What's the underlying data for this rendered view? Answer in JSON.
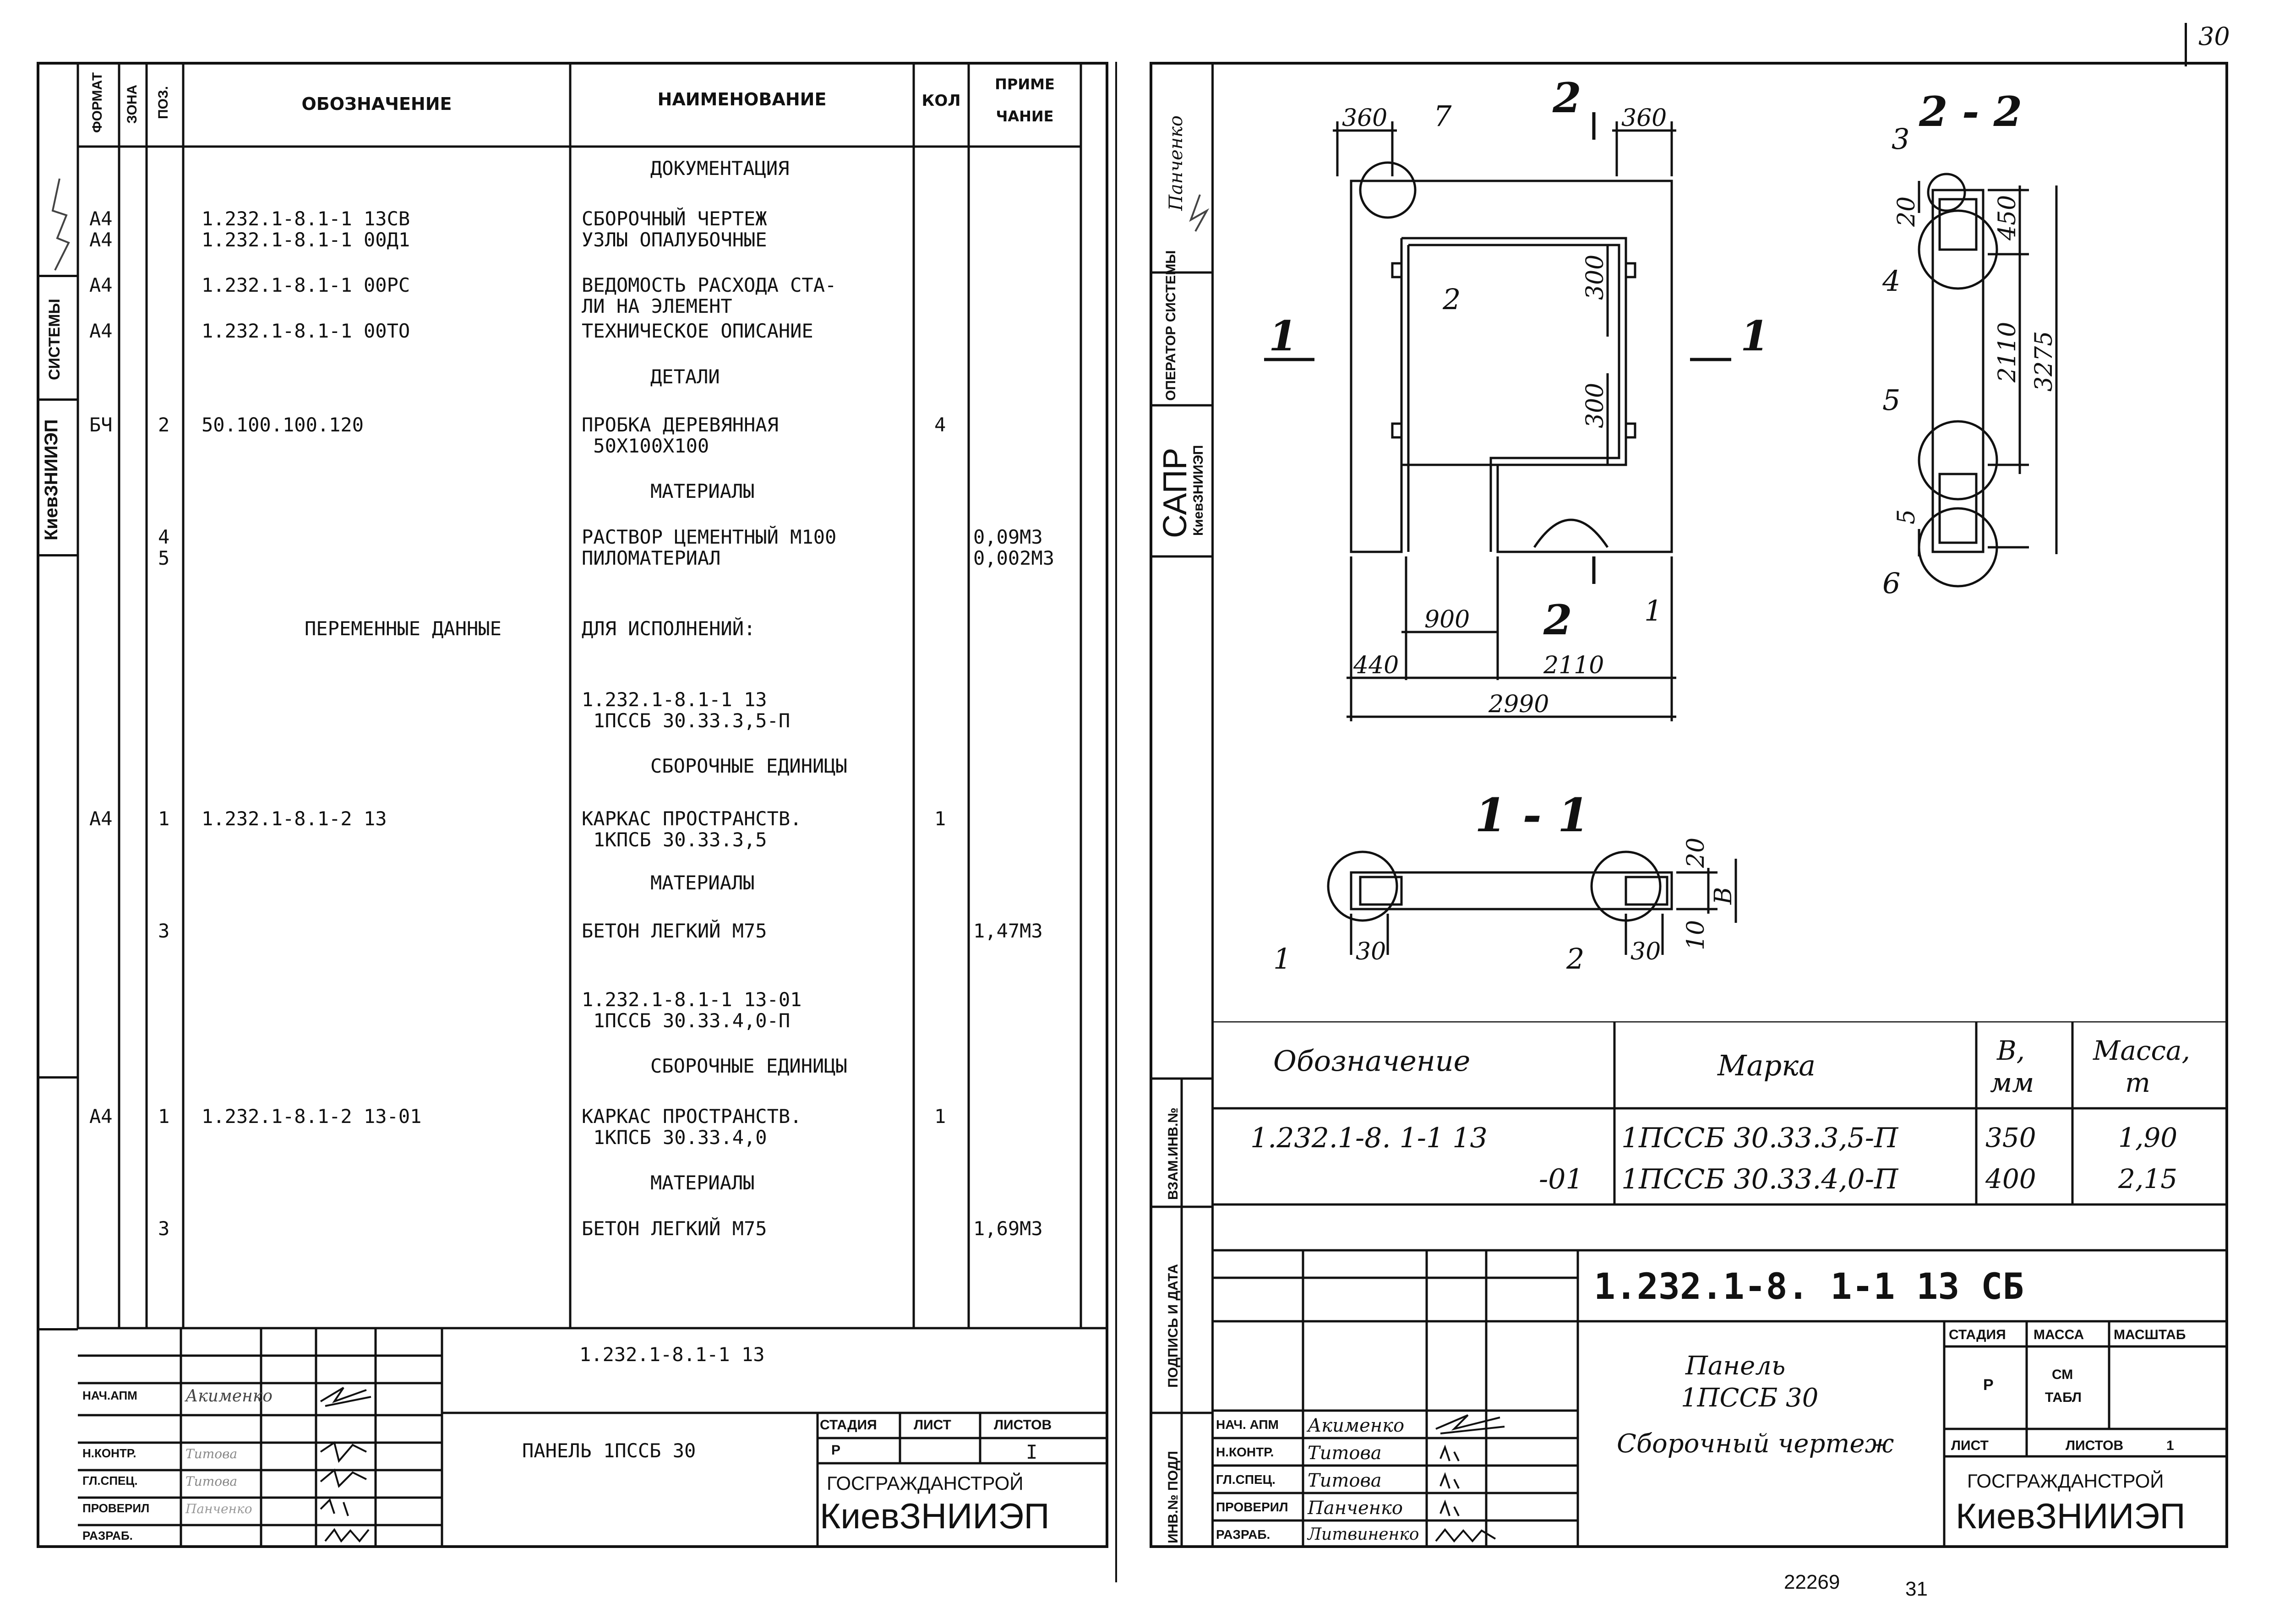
{
  "page_number_top": "30",
  "footer": {
    "inventory": "22269",
    "page": "31"
  },
  "left_sheet": {
    "headers": {
      "format": "ФОРМАТ",
      "zone": "ЗОНА",
      "pos": "ПОЗ.",
      "designation": "ОБОЗНАЧЕНИЕ",
      "name": "НАИМЕНОВАНИЕ",
      "qty": "КОЛ",
      "note_1": "ПРИМЕ",
      "note_2": "ЧАНИЕ"
    },
    "rows": [
      {
        "format": "",
        "pos": "",
        "designation": "",
        "name": "ДОКУМЕНТАЦИЯ",
        "qty": "",
        "note": ""
      },
      {
        "format": "А4\nА4",
        "pos": "",
        "designation": "1.232.1-8.1-1 13СВ\n1.232.1-8.1-1 00Д1",
        "name": "СБОРОЧНЫЙ ЧЕРТЕЖ\nУЗЛЫ ОПАЛУБОЧНЫЕ",
        "qty": "",
        "note": ""
      },
      {
        "format": "А4",
        "pos": "",
        "designation": "1.232.1-8.1-1 00РС",
        "name": "ВЕДОМОСТЬ РАСХОДА СТА-\nЛИ НА ЭЛЕМЕНТ",
        "qty": "",
        "note": ""
      },
      {
        "format": "А4",
        "pos": "",
        "designation": "1.232.1-8.1-1 00ТО",
        "name": "ТЕХНИЧЕСКОЕ ОПИСАНИЕ",
        "qty": "",
        "note": ""
      },
      {
        "format": "",
        "pos": "",
        "designation": "",
        "name": "ДЕТАЛИ",
        "qty": "",
        "note": ""
      },
      {
        "format": "БЧ",
        "pos": "2",
        "designation": "50.100.100.120",
        "name": "ПРОБКА ДЕРЕВЯННАЯ\n 50Х100Х100",
        "qty": "4",
        "note": ""
      },
      {
        "format": "",
        "pos": "",
        "designation": "",
        "name": "МАТЕРИАЛЫ",
        "qty": "",
        "note": ""
      },
      {
        "format": "",
        "pos": "4\n5",
        "designation": "",
        "name": "РАСТВОР ЦЕМЕНТНЫЙ М100\nПИЛОМАТЕРИАЛ",
        "qty": "",
        "note": "0,09М3\n0,002М3"
      },
      {
        "format": "",
        "pos": "",
        "designation": "ПЕРЕМЕННЫЕ ДАННЫЕ",
        "name": "ДЛЯ ИСПОЛНЕНИЙ:",
        "qty": "",
        "note": ""
      },
      {
        "format": "",
        "pos": "",
        "designation": "",
        "name": "1.232.1-8.1-1 13\n 1ПССБ 30.33.3,5-П",
        "qty": "",
        "note": ""
      },
      {
        "format": "",
        "pos": "",
        "designation": "",
        "name": "СБОРОЧНЫЕ ЕДИНИЦЫ",
        "qty": "",
        "note": ""
      },
      {
        "format": "А4",
        "pos": "1",
        "designation": "1.232.1-8.1-2 13",
        "name": "КАРКАС ПРОСТРАНСТВ.\n 1КПСБ 30.33.3,5",
        "qty": "1",
        "note": ""
      },
      {
        "format": "",
        "pos": "",
        "designation": "",
        "name": "МАТЕРИАЛЫ",
        "qty": "",
        "note": ""
      },
      {
        "format": "",
        "pos": "3",
        "designation": "",
        "name": "БЕТОН ЛЕГКИЙ М75",
        "qty": "",
        "note": "1,47М3"
      },
      {
        "format": "",
        "pos": "",
        "designation": "",
        "name": "1.232.1-8.1-1 13-01\n 1ПССБ 30.33.4,0-П",
        "qty": "",
        "note": ""
      },
      {
        "format": "",
        "pos": "",
        "designation": "",
        "name": "СБОРОЧНЫЕ ЕДИНИЦЫ",
        "qty": "",
        "note": ""
      },
      {
        "format": "А4",
        "pos": "1",
        "designation": "1.232.1-8.1-2 13-01",
        "name": "КАРКАС ПРОСТРАНСТВ.\n 1КПСБ 30.33.4,0",
        "qty": "1",
        "note": ""
      },
      {
        "format": "",
        "pos": "",
        "designation": "",
        "name": "МАТЕРИАЛЫ",
        "qty": "",
        "note": ""
      },
      {
        "format": "",
        "pos": "3",
        "designation": "",
        "name": "БЕТОН ЛЕГКИЙ М75",
        "qty": "",
        "note": "1,69М3"
      }
    ],
    "side_labels": {
      "system": "СИСТЕМЫ",
      "org": "КиевЗНИИЭП"
    },
    "title_block": {
      "code": "1.232.1-8.1-1 13",
      "title": "ПАНЕЛЬ 1ПССБ 30",
      "roles": [
        "НАЧ.АПМ",
        "Н.КОНТР.",
        "ГЛ.СПЕЦ.",
        "ПРОВЕРИЛ",
        "РАЗРАБ."
      ],
      "people": [
        "Акименко",
        "Титова",
        "Титова",
        "Панченко",
        ""
      ],
      "stage_label": "СТАДИЯ",
      "sheet_label": "ЛИСТ",
      "sheets_label": "ЛИСТОВ",
      "stage": "Р",
      "sheets": "I",
      "org_top": "ГОСГРАЖДАНСТРОЙ",
      "org_bottom": "КиевЗНИИЭП"
    }
  },
  "right_sheet": {
    "side_labels": {
      "author": "Панченко",
      "operator": "ОПЕРАТОР СИСТЕМЫ",
      "sapr": "САПР",
      "org": "КиевЗНИИЭП",
      "vzam": "ВЗАМ.ИНВ.№",
      "podpis": "ПОДПИСЬ И ДАТА",
      "inv": "ИНВ.№ ПОДЛ"
    },
    "drawing": {
      "dims": {
        "d360a": "360",
        "d360b": "360",
        "d300a": "300",
        "d300b": "300",
        "d900": "900",
        "d440": "440",
        "d2110": "2110",
        "d2990": "2990",
        "d20a": "20",
        "d450": "450",
        "d2110v": "2110",
        "d3275": "3275",
        "d5": "5",
        "d30a": "30",
        "d30b": "30",
        "d20b": "20",
        "dB": "В",
        "d10": "10"
      },
      "callouts": {
        "c1": "1",
        "c2": "2",
        "c3": "3",
        "c4": "4",
        "c5": "5",
        "c6": "6",
        "c7": "7",
        "c1b": "1",
        "c2b": "2"
      },
      "section_marks": {
        "s1": "1",
        "s1b": "1",
        "s2": "2",
        "s2b": "2",
        "sec11": "1 - 1",
        "sec22": "2 - 2"
      }
    },
    "spec_table": {
      "headers": {
        "designation": "Обозначение",
        "mark": "Марка",
        "b_1": "В,",
        "b_2": "мм",
        "mass_1": "Масса,",
        "mass_2": "т"
      },
      "rows": [
        {
          "designation": "1.232.1-8. 1-1 13",
          "mark": "1ПССБ 30.33.3,5-П",
          "b": "350",
          "mass": "1,90"
        },
        {
          "designation": "-01",
          "mark": "1ПССБ 30.33.4,0-П",
          "b": "400",
          "mass": "2,15"
        }
      ]
    },
    "title_block": {
      "code": "1.232.1-8. 1-1 13 СБ",
      "name_1": "Панель",
      "name_2": "1ПССБ 30",
      "name_3": "Сборочный чертеж",
      "roles": [
        "НАЧ. АПМ",
        "Н.КОНТР.",
        "ГЛ.СПЕЦ.",
        "ПРОВЕРИЛ",
        "РАЗРАБ."
      ],
      "people": [
        "Акименко",
        "Титова",
        "Титова",
        "Панченко",
        "Литвиненко"
      ],
      "stage_label": "СТАДИЯ",
      "mass_label": "МАССА",
      "scale_label": "МАСШТАБ",
      "stage": "Р",
      "mass_1": "СМ",
      "mass_2": "ТАБЛ",
      "sheet_label": "ЛИСТ",
      "sheets_label": "ЛИСТОВ",
      "sheets": "1",
      "org_top": "ГОСГРАЖДАНСТРОЙ",
      "org_bottom": "КиевЗНИИЭП"
    }
  }
}
